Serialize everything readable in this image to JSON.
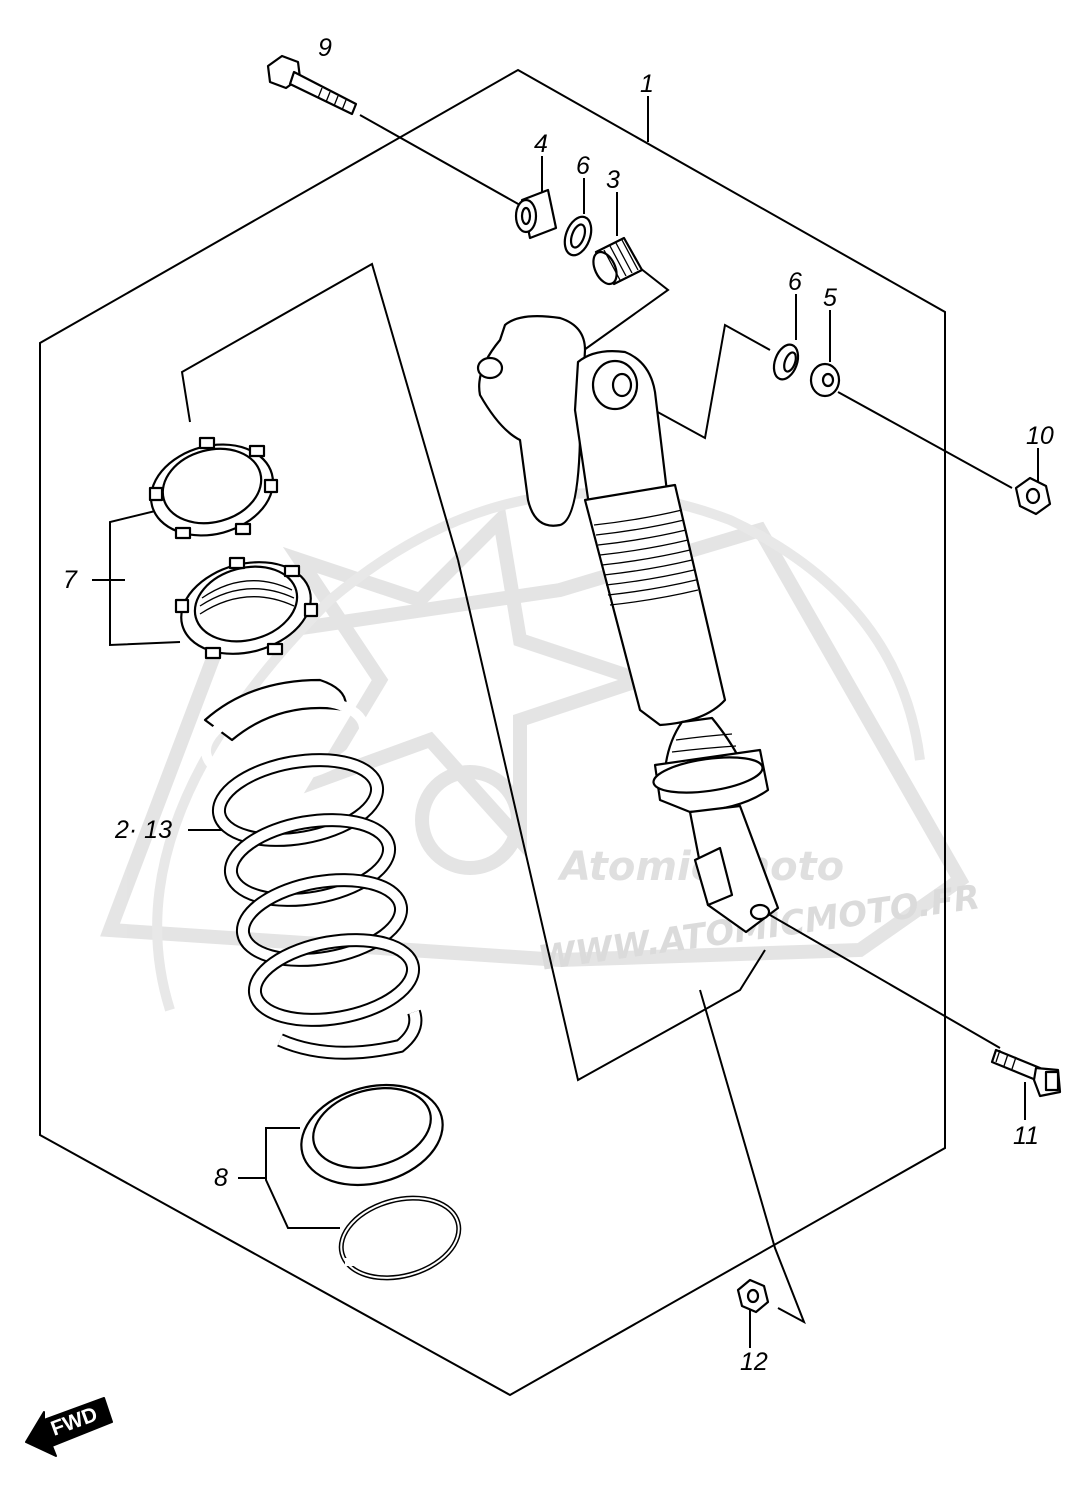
{
  "labels": {
    "l1": "1",
    "l2_13": "2· 13",
    "l3": "3",
    "l4": "4",
    "l5": "5",
    "l6a": "6",
    "l6b": "6",
    "l7": "7",
    "l8": "8",
    "l9": "9",
    "l10": "10",
    "l11": "11",
    "l12": "12"
  },
  "fwd": "FWD",
  "watermark": {
    "logo": "Atomic moto",
    "url": "WWW.ATOMICMOTO.FR"
  }
}
